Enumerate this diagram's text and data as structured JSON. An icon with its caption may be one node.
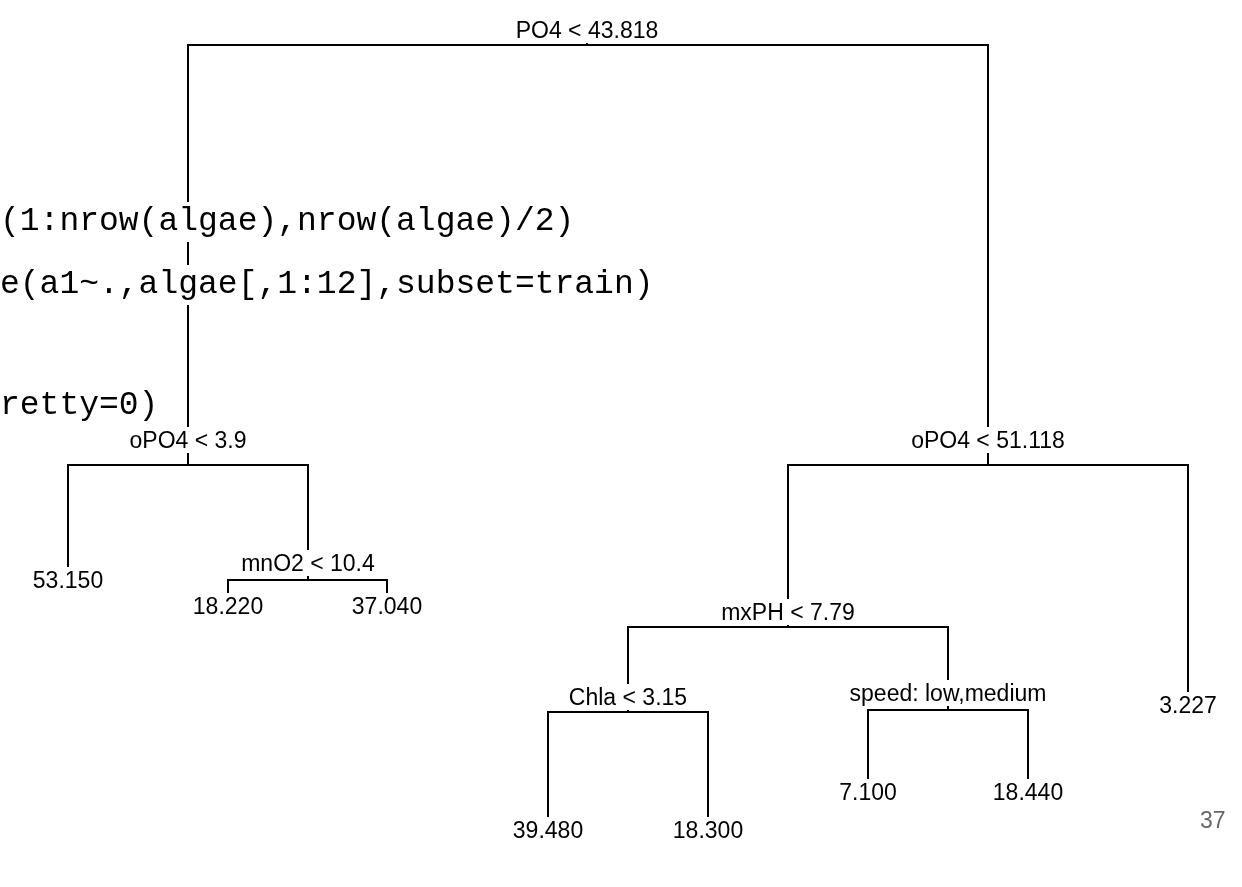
{
  "diagram": {
    "nodes": [
      {
        "text": [
          "PO4 < 43.818"
        ]
      },
      {
        "text": [
          "oPO4 < 3.9"
        ]
      },
      {
        "text": [
          "53.150"
        ]
      },
      {
        "text": [
          "mnO2 < 10.4"
        ]
      },
      {
        "text": [
          "18.220"
        ]
      },
      {
        "text": [
          "37.040"
        ]
      },
      {
        "text": [
          "oPO4 < 51.118"
        ]
      },
      {
        "text": [
          "mxPH < 7.79"
        ]
      },
      {
        "text": [
          "Chla < 3.15"
        ]
      },
      {
        "text": [
          "39.480"
        ]
      },
      {
        "text": [
          "18.300"
        ]
      },
      {
        "text": [
          "speed: low,medium"
        ]
      },
      {
        "text": [
          "7.100"
        ]
      },
      {
        "text": [
          "18.440"
        ]
      },
      {
        "text": [
          "3.227"
        ]
      }
    ],
    "edges": [
      {
        "from": 0,
        "to": 1,
        "arrow": "none"
      },
      {
        "from": 0,
        "to": 6,
        "arrow": "none"
      },
      {
        "from": 1,
        "to": 2,
        "arrow": "none"
      },
      {
        "from": 1,
        "to": 3,
        "arrow": "none"
      },
      {
        "from": 3,
        "to": 4,
        "arrow": "none"
      },
      {
        "from": 3,
        "to": 5,
        "arrow": "none"
      },
      {
        "from": 6,
        "to": 7,
        "arrow": "none"
      },
      {
        "from": 6,
        "to": 14,
        "arrow": "none"
      },
      {
        "from": 7,
        "to": 8,
        "arrow": "none"
      },
      {
        "from": 7,
        "to": 11,
        "arrow": "none"
      },
      {
        "from": 8,
        "to": 9,
        "arrow": "none"
      },
      {
        "from": 8,
        "to": 10,
        "arrow": "none"
      },
      {
        "from": 11,
        "to": 12,
        "arrow": "none"
      },
      {
        "from": 11,
        "to": 13,
        "arrow": "none"
      }
    ],
    "labels": [
      "(1:nrow(algae),nrow(algae)/2)",
      "e(a1~.,algae[,1:12],subset=train)",
      "retty=0)",
      "37"
    ]
  }
}
